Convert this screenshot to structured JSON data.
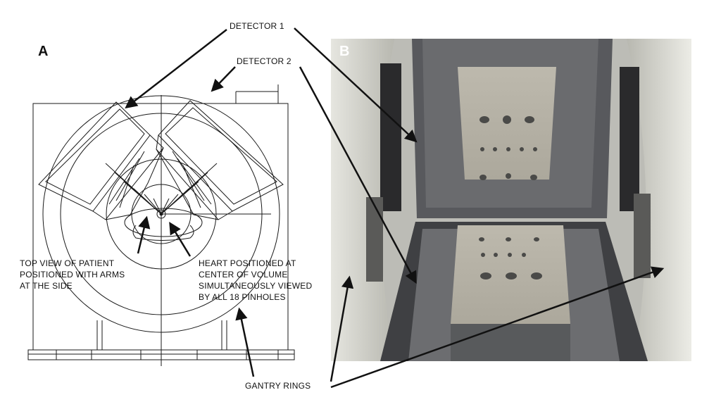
{
  "panels": {
    "a": "A",
    "b": "B"
  },
  "labels": {
    "detector_1": "DETECTOR 1",
    "detector_2": "DETECTOR 2",
    "patient_line1": "TOP VIEW OF PATIENT",
    "patient_line2": "POSITIONED WITH ARMS",
    "patient_line3": "AT THE SIDE",
    "heart_line1": "HEART POSITIONED AT",
    "heart_line2": "CENTER OF VOLUME",
    "heart_line3": "SIMULTANEOUSLY VIEWED",
    "heart_line4": "BY ALL  18 PINHOLES",
    "gantry_rings": "GANTRY RINGS"
  },
  "colors": {
    "line": "#1a1a1a",
    "photo_frame": "#c8c8c2",
    "plate": "#b4b0a4",
    "collimator_frame": "#55565a"
  }
}
